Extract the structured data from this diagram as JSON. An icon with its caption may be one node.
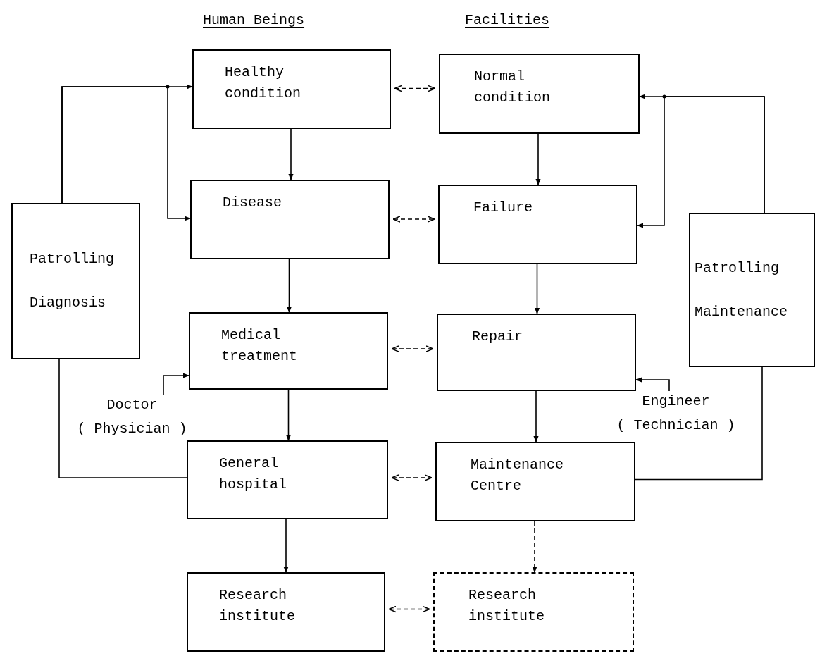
{
  "diagram": {
    "nodes": [
      {
        "text": [
          "Healthy condition"
        ]
      },
      {
        "text": [
          "Normal condition"
        ]
      },
      {
        "text": [
          "Disease"
        ]
      },
      {
        "text": [
          "Failure"
        ]
      },
      {
        "text": [
          "Patrolling",
          "Diagnosis"
        ]
      },
      {
        "text": [
          "Patrolling",
          "Maintenance"
        ]
      },
      {
        "text": [
          "Medical treatment"
        ]
      },
      {
        "text": [
          "Repair"
        ]
      },
      {
        "text": [
          "Doctor",
          "( Physician )"
        ]
      },
      {
        "text": [
          "Engineer",
          "( Technician )"
        ]
      },
      {
        "text": [
          "General hospital"
        ]
      },
      {
        "text": [
          "Maintenance Centre"
        ]
      },
      {
        "text": [
          "Research institute"
        ]
      },
      {
        "text": [
          "Research institute"
        ]
      }
    ],
    "edges": [
      {
        "from": 0,
        "to": 2,
        "arrow": "to"
      },
      {
        "from": 2,
        "to": 6,
        "arrow": "to"
      },
      {
        "from": 6,
        "to": 10,
        "arrow": "to"
      },
      {
        "from": 10,
        "to": 12,
        "arrow": "to"
      },
      {
        "from": 1,
        "to": 3,
        "arrow": "to"
      },
      {
        "from": 3,
        "to": 7,
        "arrow": "to"
      },
      {
        "from": 7,
        "to": 11,
        "arrow": "to"
      },
      {
        "from": 11,
        "to": 13,
        "arrow": "to",
        "style": "dashed"
      },
      {
        "from": 0,
        "to": 1,
        "arrow": "both",
        "style": "dashed"
      },
      {
        "from": 2,
        "to": 3,
        "arrow": "both",
        "style": "dashed"
      },
      {
        "from": 6,
        "to": 7,
        "arrow": "both",
        "style": "dashed"
      },
      {
        "from": 10,
        "to": 11,
        "arrow": "both",
        "style": "dashed"
      },
      {
        "from": 12,
        "to": 13,
        "arrow": "both",
        "style": "dashed"
      },
      {
        "from": 4,
        "to": 0,
        "arrow": "to"
      },
      {
        "from": 4,
        "to": 2,
        "arrow": "to"
      },
      {
        "from": 4,
        "to": 10,
        "arrow": "none"
      },
      {
        "from": 5,
        "to": 1,
        "arrow": "to"
      },
      {
        "from": 5,
        "to": 3,
        "arrow": "to"
      },
      {
        "from": 5,
        "to": 11,
        "arrow": "none"
      },
      {
        "from": 8,
        "to": 6,
        "arrow": "to"
      },
      {
        "from": 9,
        "to": 7,
        "arrow": "to"
      }
    ],
    "labels": [
      "Human Beings",
      "Facilities"
    ]
  }
}
